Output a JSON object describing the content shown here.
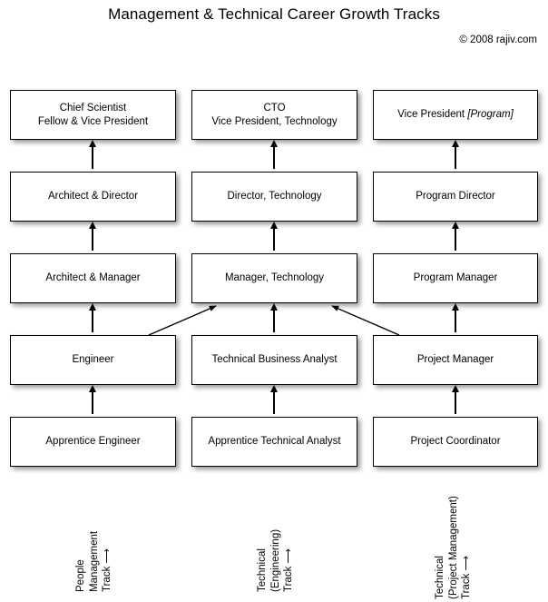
{
  "header": {
    "title": "Management & Technical Career Growth Tracks",
    "copyright": "© 2008 rajiv.com"
  },
  "diagram": {
    "type": "career-ladder",
    "columns": [
      {
        "id": "people-management",
        "track_label_lines": [
          "People",
          "Management",
          "Track  ⟶"
        ]
      },
      {
        "id": "technical-engineering",
        "track_label_lines": [
          "Technical",
          "(Engineering)",
          "Track  ⟶"
        ]
      },
      {
        "id": "technical-project-management",
        "track_label_lines": [
          "Technical",
          "(Project Management)",
          "Track  ⟶"
        ]
      }
    ],
    "levels": [
      {
        "level": 5,
        "roles": [
          {
            "line1": "Chief Scientist",
            "line2": "Fellow & Vice President"
          },
          {
            "line1": "CTO",
            "line2": "Vice President, Technology"
          },
          {
            "line1": "Vice President ",
            "line2": "",
            "italic": "[Program]"
          }
        ]
      },
      {
        "level": 4,
        "roles": [
          {
            "line1": "Architect & Director",
            "line2": ""
          },
          {
            "line1": "Director, Technology",
            "line2": ""
          },
          {
            "line1": "Program Director",
            "line2": ""
          }
        ]
      },
      {
        "level": 3,
        "roles": [
          {
            "line1": "Architect & Manager",
            "line2": ""
          },
          {
            "line1": "Manager, Technology",
            "line2": ""
          },
          {
            "line1": "Program Manager",
            "line2": ""
          }
        ]
      },
      {
        "level": 2,
        "roles": [
          {
            "line1": "Engineer",
            "line2": ""
          },
          {
            "line1": "Technical Business Analyst",
            "line2": ""
          },
          {
            "line1": "Project Manager",
            "line2": ""
          }
        ]
      },
      {
        "level": 1,
        "roles": [
          {
            "line1": "Apprentice Engineer",
            "line2": ""
          },
          {
            "line1": "Apprentice Technical Analyst",
            "line2": ""
          },
          {
            "line1": "Project Coordinator",
            "line2": ""
          }
        ]
      }
    ],
    "cross_links": [
      {
        "from": "Engineer",
        "to": "Manager, Technology"
      },
      {
        "from": "Project Manager",
        "to": "Manager, Technology"
      }
    ],
    "colors": {
      "box_border": "#000000",
      "box_fill": "#ffffff",
      "arrow": "#000000",
      "text": "#000000",
      "background": "#ffffff"
    }
  }
}
